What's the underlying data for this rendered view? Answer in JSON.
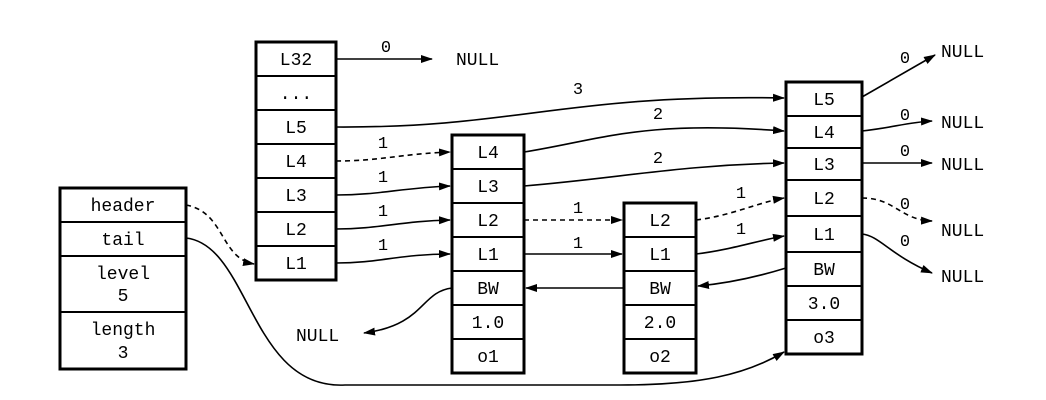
{
  "struct": {
    "header_label": "header",
    "tail_label": "tail",
    "level_label": "level",
    "level_value": "5",
    "length_label": "length",
    "length_value": "3"
  },
  "header_node": {
    "levels": [
      "L32",
      "...",
      "L5",
      "L4",
      "L3",
      "L2",
      "L1"
    ]
  },
  "node1": {
    "levels": [
      "L4",
      "L3",
      "L2",
      "L1"
    ],
    "backward": "BW",
    "score": "1.0",
    "obj": "o1"
  },
  "node2": {
    "levels": [
      "L2",
      "L1"
    ],
    "backward": "BW",
    "score": "2.0",
    "obj": "o2"
  },
  "node3": {
    "levels": [
      "L5",
      "L4",
      "L3",
      "L2",
      "L1"
    ],
    "backward": "BW",
    "score": "3.0",
    "obj": "o3"
  },
  "null_text": "NULL",
  "spans": {
    "header_l32": "0",
    "header_l5": "3",
    "header_l4": "1",
    "header_l3": "1",
    "header_l2": "1",
    "header_l1": "1",
    "node1_l4": "2",
    "node1_l3": "2",
    "node1_l2": "1",
    "node1_l1": "1",
    "node2_l2": "1",
    "node2_l1": "1",
    "node3_l5": "0",
    "node3_l4": "0",
    "node3_l3": "0",
    "node3_l2": "0",
    "node3_l1": "0"
  }
}
